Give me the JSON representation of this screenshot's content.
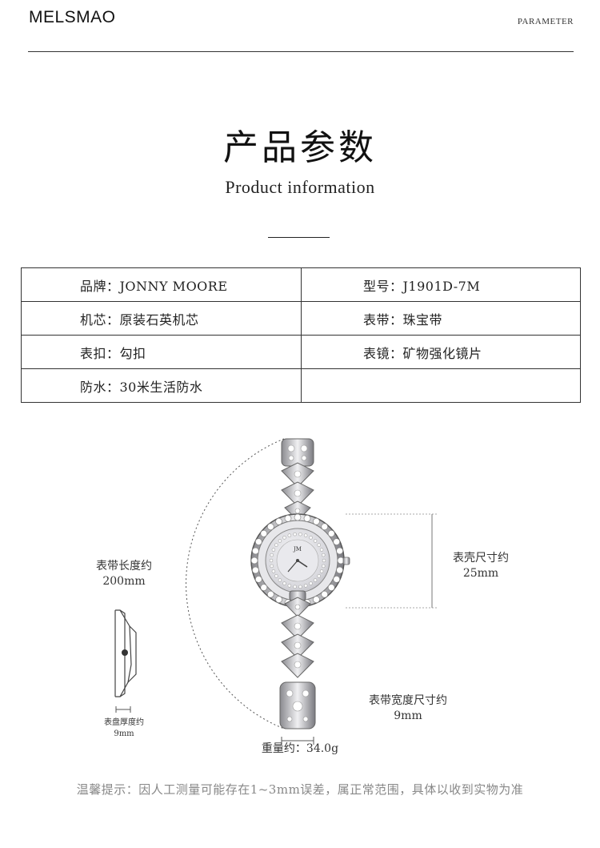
{
  "header": {
    "brand": "MELSMAO",
    "section": "PARAMETER"
  },
  "title": {
    "cn": "产品参数",
    "en": "Product information"
  },
  "specs": [
    {
      "left": "品牌：JONNY MOORE",
      "right": "型号：J1901D-7M"
    },
    {
      "left": "机芯：原装石英机芯",
      "right": "表带：珠宝带"
    },
    {
      "left": "表扣：勾扣",
      "right": "表镜：矿物强化镜片"
    },
    {
      "left": "防水：30米生活防水",
      "right": ""
    }
  ],
  "figure": {
    "strap_length_label": "表带长度约",
    "strap_length_value": "200mm",
    "case_size_label": "表壳尺寸约",
    "case_size_value": "25mm",
    "strap_width_label": "表带宽度尺寸约",
    "strap_width_value": "9mm",
    "thickness_label": "表盘厚度约",
    "thickness_value": "9mm",
    "weight": "重量约：34.0g",
    "dial_logo": "JM"
  },
  "footer": {
    "note": "温馨提示：因人工测量可能存在1~3mm误差，属正常范围，具体以收到实物为准"
  }
}
